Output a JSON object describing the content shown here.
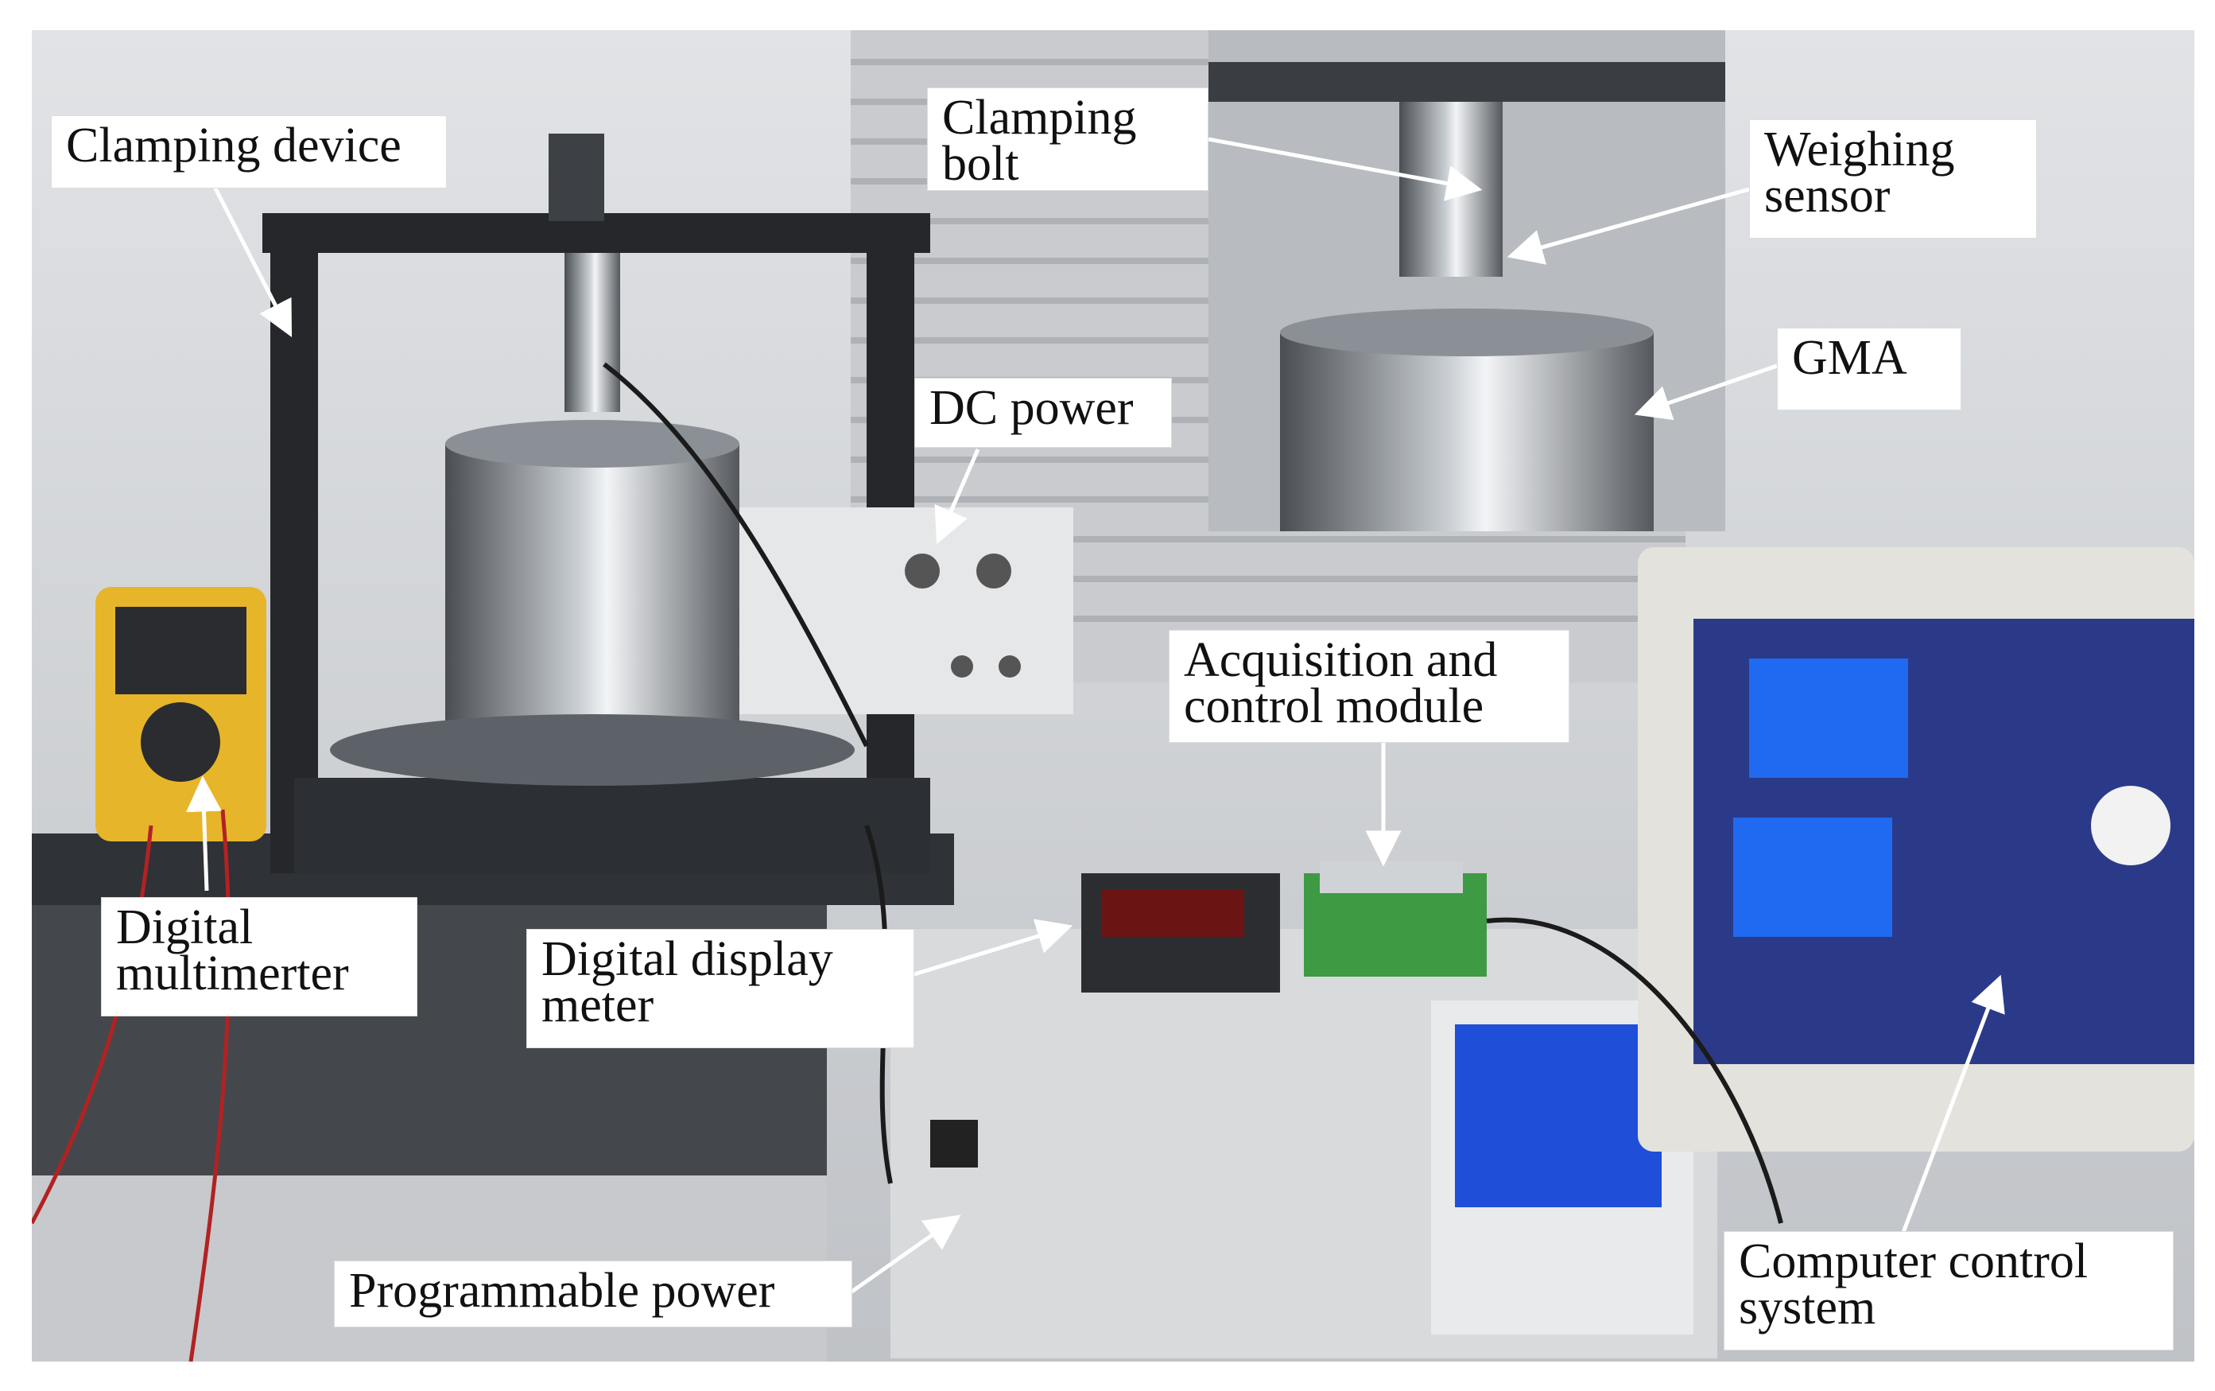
{
  "colors": {
    "wall": "#d4d6d9",
    "bench": "#3a3d42",
    "frame": "#25272a",
    "steel": "#9aa0a6",
    "screen": "#1f4fd8",
    "multimeter": "#e7b52a",
    "module": "#3f9a44",
    "cabinet": "#d8dadc",
    "arrow": "#ffffff"
  },
  "labels": {
    "clamping_device": "Clamping device",
    "clamping_bolt": "Clamping\nbolt",
    "weighing_sensor": "Weighing\nsensor",
    "gma": "GMA",
    "dc_power": "DC power",
    "acquisition_module": "Acquisition and\ncontrol module",
    "digital_multimeter": "Digital\nmultimerter",
    "digital_display_meter": "Digital display\nmeter",
    "programmable_power": "Programmable power",
    "computer_control_system": "Computer control\nsystem"
  },
  "icons": [
    "leader-arrow-icon"
  ]
}
